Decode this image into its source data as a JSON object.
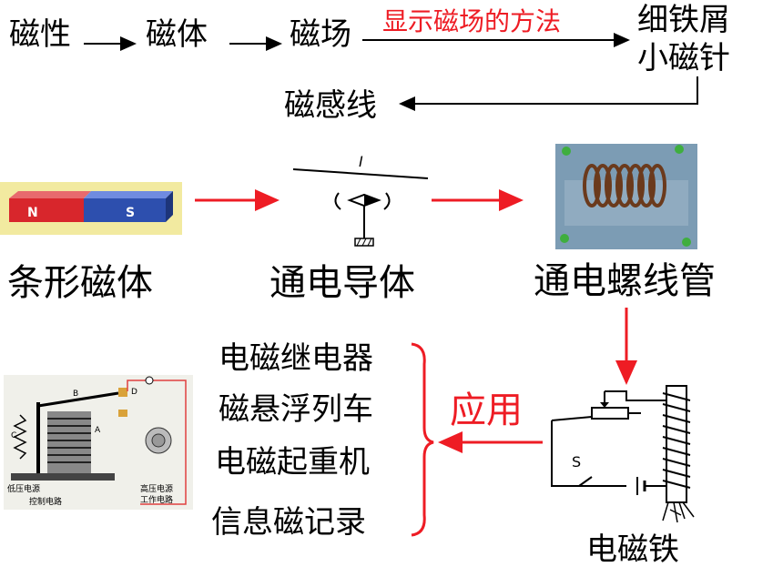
{
  "flow": {
    "magnetism": "磁性",
    "magnet": "磁体",
    "magnetic_field": "磁场",
    "method_label": "显示磁场的方法",
    "iron_filings": "细铁屑",
    "small_needle": "小磁针",
    "field_lines": "磁感线"
  },
  "bar_magnet": {
    "n_label": "N",
    "s_label": "S",
    "caption": "条形磁体"
  },
  "wire": {
    "current_label": "I",
    "caption": "通电导体"
  },
  "solenoid": {
    "caption": "通电螺线管"
  },
  "applications": {
    "label": "应用",
    "items": [
      "电磁继电器",
      "磁悬浮列车",
      "电磁起重机",
      "信息磁记录"
    ]
  },
  "relay_diagram": {
    "low_voltage_source": "低压电源",
    "control_circuit": "控制电路",
    "high_voltage_source": "高压电源",
    "working_circuit": "工作电路",
    "labels": [
      "A",
      "B",
      "C",
      "D"
    ]
  },
  "electromagnet": {
    "switch_label": "S",
    "caption": "电磁铁"
  },
  "colors": {
    "accent_red": "#ee1c24",
    "magnet_red": "#d8262c",
    "magnet_blue": "#2d4fae",
    "magnet_frame": "#f2eaa0"
  }
}
